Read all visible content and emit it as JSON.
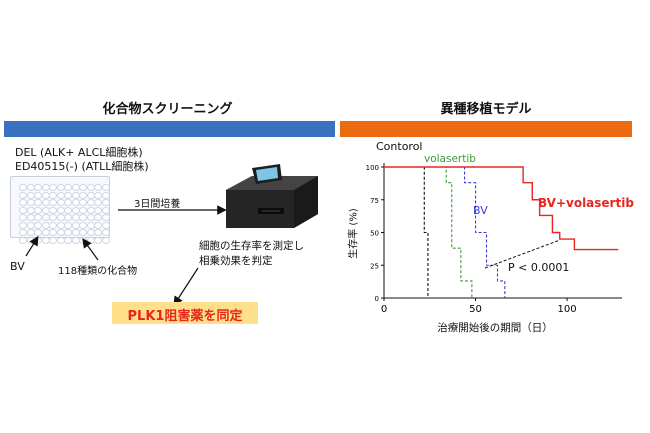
{
  "left_panel": {
    "title": "化合物スクリーニング",
    "bar_color": "#3a72c2",
    "cell_line_1": "DEL (ALK+ ALCL細胞株)",
    "cell_line_2": "ED40515(-) (ATLL細胞株)",
    "incubation_label": "3日間培養",
    "drug_label": "BV",
    "compound_label": "118種類の化合物",
    "assay_line_1": "細胞の生存率を測定し",
    "assay_line_2": "相乗効果を判定",
    "result_label": "PLK1阻害薬を同定",
    "result_color": "#e8261e",
    "result_bg": "#ffe08a"
  },
  "right_panel": {
    "title": "異種移植モデル",
    "bar_color": "#ee6a10",
    "chart_data": {
      "type": "line",
      "xlabel": "治療開始後の期間（日）",
      "ylabel": "生存率 (%)",
      "xticks": [
        0,
        50,
        100
      ],
      "yticks": [
        0,
        25,
        50,
        75,
        100
      ],
      "xlim": [
        0,
        130
      ],
      "ylim": [
        0,
        100
      ],
      "series": [
        {
          "name": "Contorol",
          "color": "#111111",
          "dash": "3,2",
          "x": [
            0,
            22,
            22,
            24,
            24,
            26,
            26
          ],
          "y": [
            100,
            100,
            50,
            50,
            0,
            0,
            0
          ]
        },
        {
          "name": "volasertib",
          "color": "#3a9a3a",
          "dash": "3,2",
          "x": [
            0,
            34,
            34,
            37,
            37,
            42,
            42,
            48,
            48
          ],
          "y": [
            100,
            100,
            88,
            88,
            38,
            38,
            13,
            13,
            0
          ]
        },
        {
          "name": "BV",
          "color": "#3b3bd8",
          "dash": "3,2",
          "x": [
            0,
            44,
            44,
            50,
            50,
            56,
            56,
            62,
            62,
            66,
            66
          ],
          "y": [
            100,
            100,
            88,
            88,
            50,
            50,
            25,
            25,
            13,
            13,
            0
          ]
        },
        {
          "name": "BV+volasertib",
          "color": "#e8261e",
          "dash": "",
          "x": [
            0,
            76,
            76,
            81,
            81,
            85,
            85,
            92,
            92,
            96,
            96,
            104,
            104,
            128
          ],
          "y": [
            100,
            100,
            88,
            88,
            75,
            75,
            63,
            63,
            50,
            50,
            45,
            45,
            37,
            37
          ]
        }
      ],
      "annotation": "P < 0.0001"
    }
  }
}
